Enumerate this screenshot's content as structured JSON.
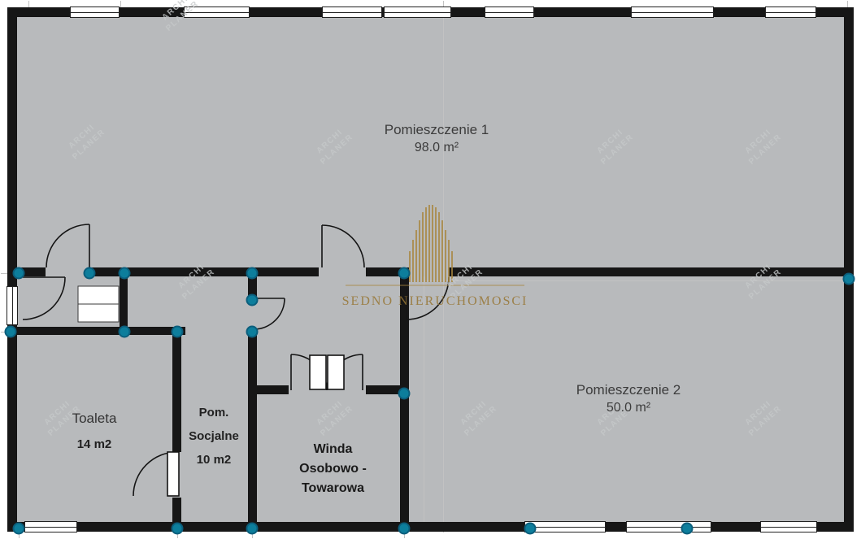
{
  "plan": {
    "brand": {
      "logo_text": "SEDNO NIERUCHOMOSCI"
    },
    "watermark_lines": [
      "ARCHI",
      "PLANER"
    ],
    "rooms": {
      "room1": {
        "name": "Pomieszczenie 1",
        "area": "98.0 m²"
      },
      "room2": {
        "name": "Pomieszczenie 2",
        "area": "50.0 m²"
      },
      "toilet": {
        "name": "Toaleta",
        "area": "14 m2"
      },
      "social": {
        "line1": "Pom.",
        "line2": "Socjalne",
        "area": "10 m2"
      },
      "elevator": {
        "line1": "Winda",
        "line2": "Osobowo -",
        "line3": "Towarowa"
      }
    },
    "colors": {
      "floor": "#b8babc",
      "wall": "#161616",
      "handle": "#0d7e9c",
      "gold": "#a8863e"
    }
  }
}
